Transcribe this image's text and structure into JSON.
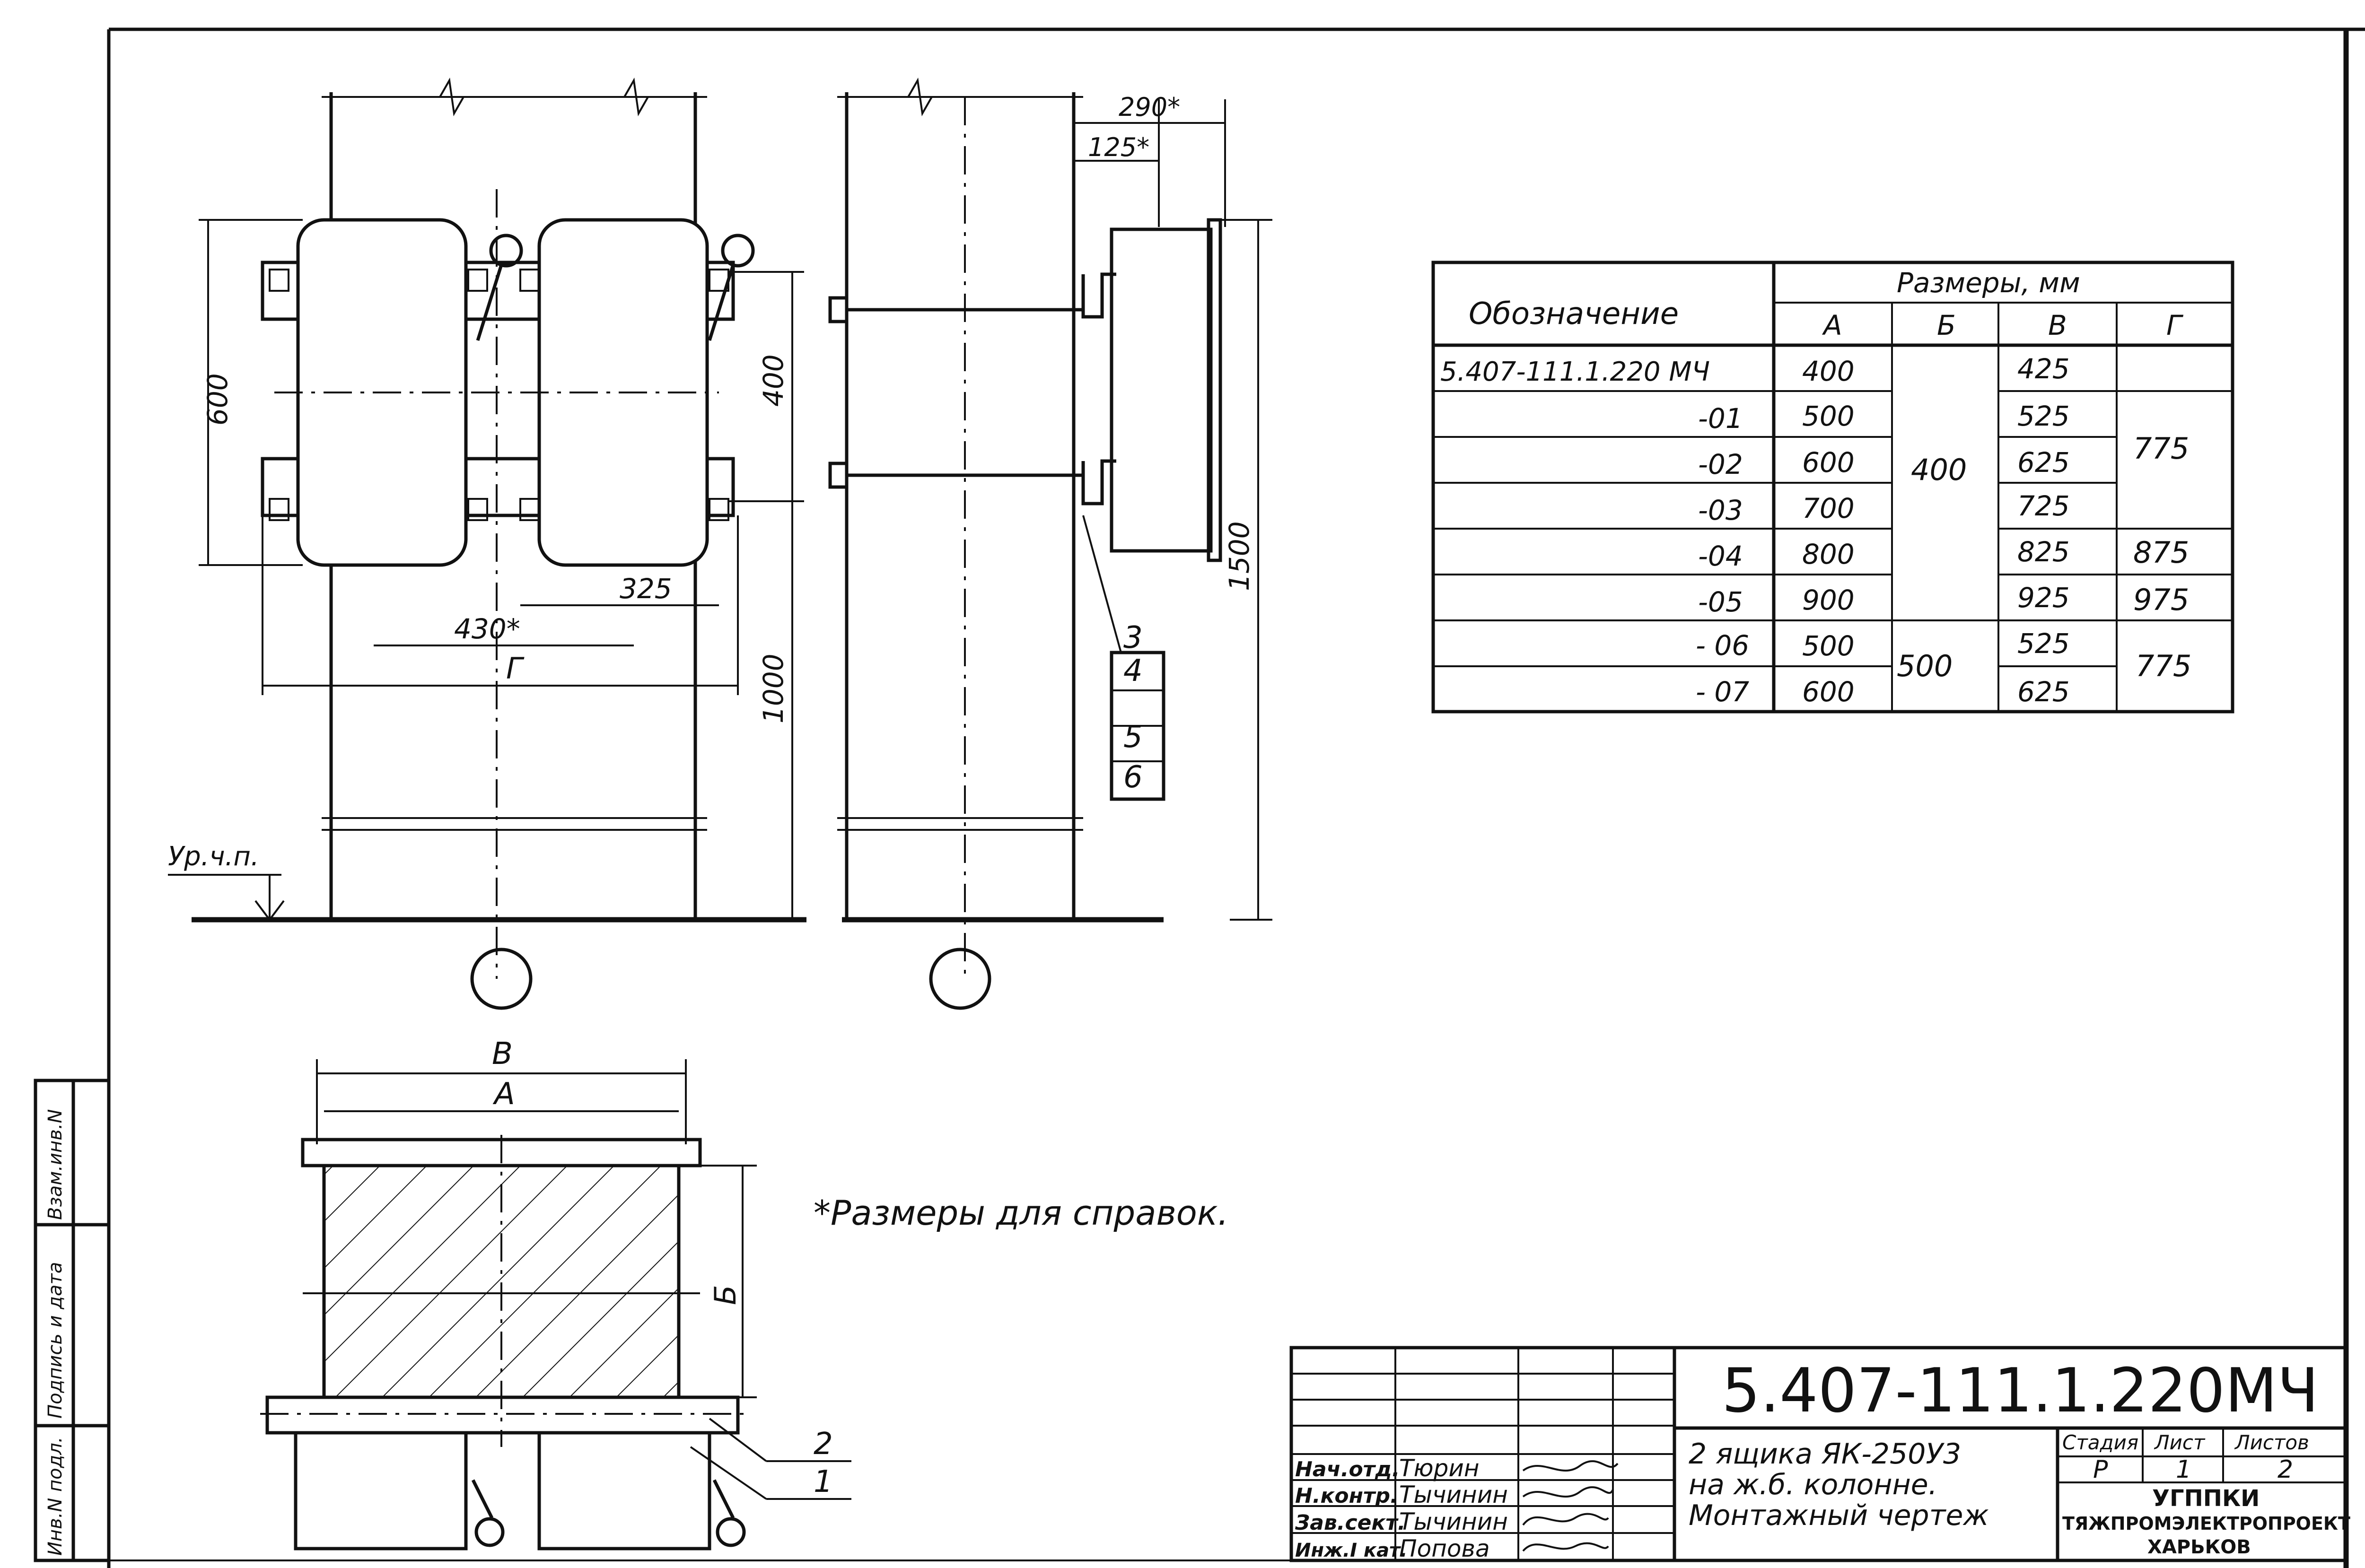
{
  "drawing": {
    "level_label": "Ур.ч.п.",
    "callouts": [
      "1",
      "2",
      "3",
      "4",
      "5",
      "6"
    ],
    "note": "*Размеры для справок."
  },
  "dimensions": {
    "d600": "600",
    "d400": "400",
    "d1000": "1000",
    "d1500": "1500",
    "d325": "325",
    "d430": "430*",
    "d290": "290*",
    "d125": "125*",
    "letter_g": "Г",
    "letter_v": "В",
    "letter_a": "А",
    "letter_b": "Б"
  },
  "table": {
    "designation_header": "Обозначение",
    "sizes_header": "Размеры, мм",
    "columns": [
      "А",
      "Б",
      "В",
      "Г"
    ],
    "rows": [
      {
        "designation": "5.407-111.1.220 МЧ",
        "a": "400",
        "v": "425"
      },
      {
        "designation": "-01",
        "a": "500",
        "v": "525"
      },
      {
        "designation": "-02",
        "a": "600",
        "v": "625"
      },
      {
        "designation": "-03",
        "a": "700",
        "v": "725"
      },
      {
        "designation": "-04",
        "a": "800",
        "v": "825"
      },
      {
        "designation": "-05",
        "a": "900",
        "v": "925"
      },
      {
        "designation": "- 06",
        "a": "500",
        "v": "525"
      },
      {
        "designation": "- 07",
        "a": "600",
        "v": "625"
      }
    ],
    "b_merged": [
      "400",
      "500"
    ],
    "g_merged": [
      "775",
      "875",
      "975",
      "775"
    ]
  },
  "title_block": {
    "doc_number": "5.407-111.1.220МЧ",
    "title_lines": [
      "2 ящика ЯК-250У3",
      "на ж.б. колонне.",
      "Монтажный чертеж"
    ],
    "stage_label": "Стадия",
    "sheet_label": "Лист",
    "sheets_label": "Листов",
    "stage": "Р",
    "sheet": "1",
    "sheets": "2",
    "org_lines": [
      "УГППКИ",
      "ТЯЖПРОМЭЛЕКТРОПРОЕКТ",
      "ХАРЬКОВ"
    ],
    "roles": [
      "Нач.отд.",
      "Н.контр.",
      "Зав.сект.",
      "Инж.I кат."
    ],
    "names": [
      "Тюрин",
      "Тычинин",
      "Тычинин",
      "Попова"
    ]
  },
  "side_stamp": [
    "Инв.N подл.",
    "Подпись и дата",
    "Взам.инв.N"
  ]
}
